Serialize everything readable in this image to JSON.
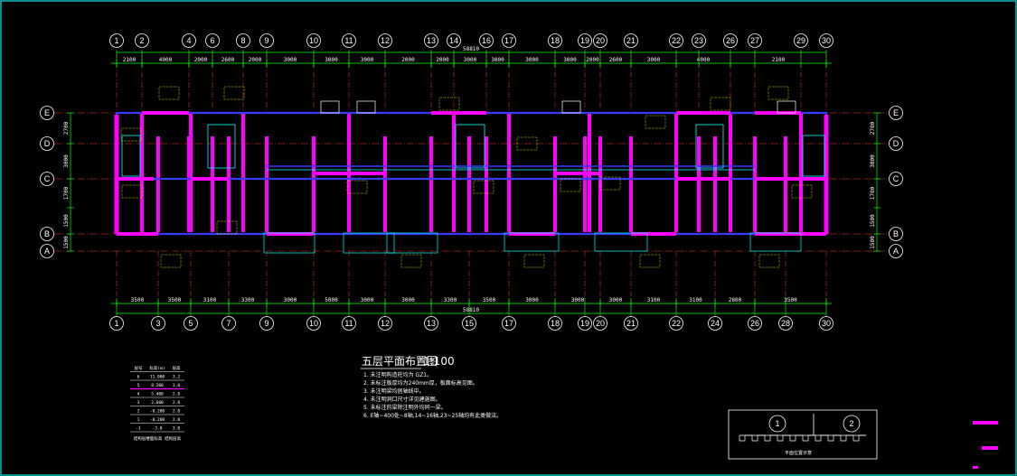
{
  "drawing": {
    "title": "五层平面布置图",
    "scale": "1:100",
    "notes": [
      "1. 未注明构造柱均为 GZ1。",
      "2. 未标注板厚均为240mm厚，板面标高见图。",
      "3. 未注明梁均居轴线中。",
      "4. 未注明洞口尺寸详见建施图。",
      "5. 未标注的梁除注明外均同一梁。",
      "6. E轴~400处~8轴,14~16轴,23~25轴均有此类做法。"
    ]
  },
  "axes": {
    "top_labels": [
      "1",
      "2",
      "4",
      "6",
      "8",
      "9",
      "10",
      "11",
      "12",
      "13",
      "14",
      "16",
      "17",
      "18",
      "19",
      "20",
      "21",
      "22",
      "23",
      "26",
      "27",
      "29",
      "30"
    ],
    "bottom_labels": [
      "1",
      "3",
      "5",
      "7",
      "9",
      "10",
      "11",
      "12",
      "13",
      "15",
      "17",
      "18",
      "19",
      "20",
      "21",
      "22",
      "24",
      "26",
      "28",
      "30"
    ],
    "row_labels": [
      "E",
      "D",
      "C",
      "B",
      "A"
    ],
    "top_dims": [
      "2100",
      "4000",
      "2000",
      "2600",
      "2000",
      "3000",
      "3000",
      "3000",
      "2000",
      "2000",
      "3000",
      "3000",
      "3000",
      "3000",
      "2000",
      "2600",
      "3000",
      "4000",
      "2100"
    ],
    "bottom_dims": [
      "3500",
      "3500",
      "3100",
      "3300",
      "3000",
      "5000",
      "3000",
      "3000",
      "3300",
      "3500",
      "3000",
      "3000",
      "3000",
      "3100",
      "3100",
      "2800",
      "3500"
    ],
    "total_top": "58810",
    "total_bottom": "58810",
    "left_dims": [
      "2700",
      "3000",
      "1700",
      "1500",
      "1500"
    ],
    "right_dims": [
      "2700",
      "3000",
      "1700",
      "1500",
      "1500"
    ]
  },
  "elevation_table": {
    "header": [
      "层号",
      "标高(m)",
      "层高"
    ],
    "rows": [
      [
        "6",
        "11.000",
        "3.2"
      ],
      [
        "5",
        "8.200",
        "3.0"
      ],
      [
        "4",
        "5.400",
        "2.8"
      ],
      [
        "3",
        "2.600",
        "2.8"
      ],
      [
        "2",
        "-0.200",
        "2.8"
      ],
      [
        "1",
        "-0.200",
        "2.8"
      ],
      [
        "-1",
        "-3.0",
        "3.0"
      ]
    ],
    "caption": "结构层楼面标高 结构层高"
  },
  "key_plan": {
    "zones": [
      "1",
      "2"
    ],
    "caption": "平面位置示意"
  },
  "colors": {
    "background": "#000000",
    "frame": "#00c0c0",
    "grid_line": "#ff3030",
    "dim_line": "#00ff00",
    "wall": "#ff00ff",
    "beam": "#3a3aff",
    "text": "#ffffff",
    "annot": "#ffff00",
    "slab_line": "#00ffff"
  }
}
